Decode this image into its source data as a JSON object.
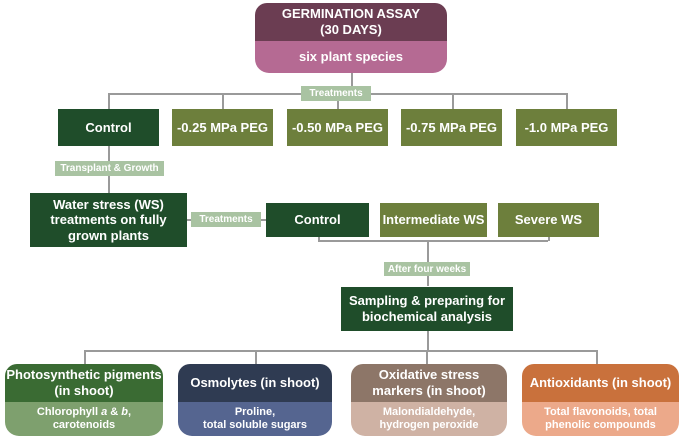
{
  "header": {
    "title": "GERMINATION ASSAY\n(30 DAYS)",
    "subtitle": "six plant species"
  },
  "labels": {
    "treatments_top": "Treatments",
    "transplant": "Transplant & Growth",
    "treatments_mid": "Treatments",
    "after_four_weeks": "After four weeks"
  },
  "germination_treatments": [
    "Control",
    "-0.25 MPa PEG",
    "-0.50 MPa PEG",
    "-0.75 MPa PEG",
    "-1.0 MPa PEG"
  ],
  "water_stress_box": "Water stress (WS)\ntreatments on fully\ngrown plants",
  "ws_levels": [
    "Control",
    "Intermediate WS",
    "Severe WS"
  ],
  "sampling_box": "Sampling & preparing for\nbiochemical analysis",
  "analyses": [
    {
      "title": "Photosynthetic pigments\n(in shoot)",
      "details_pre": "Chlorophyll ",
      "details_a": "a",
      "details_mid": " & ",
      "details_b": "b",
      "details_post": ",\ncarotenoids",
      "title_color": "#3a6b33",
      "detail_color": "#7ea06e"
    },
    {
      "title": "Osmolytes (in shoot)",
      "details": "Proline,\ntotal soluble sugars",
      "title_color": "#2f3b52",
      "detail_color": "#556590"
    },
    {
      "title": "Oxidative stress\nmarkers (in shoot)",
      "details": "Malondialdehyde,\nhydrogen peroxide",
      "title_color": "#8d7668",
      "detail_color": "#cfb2a4"
    },
    {
      "title": "Antioxidants (in shoot)",
      "details": "Total flavonoids, total\nphenolic compounds",
      "title_color": "#c9713c",
      "detail_color": "#eca98a"
    }
  ],
  "colors": {
    "header_title": "#6b3d52",
    "header_sub": "#b56a93",
    "dark_green": "#1f4d2a",
    "olive": "#6d7f3c",
    "tag": "#a9c3a2",
    "connector": "#9a9a9a"
  }
}
